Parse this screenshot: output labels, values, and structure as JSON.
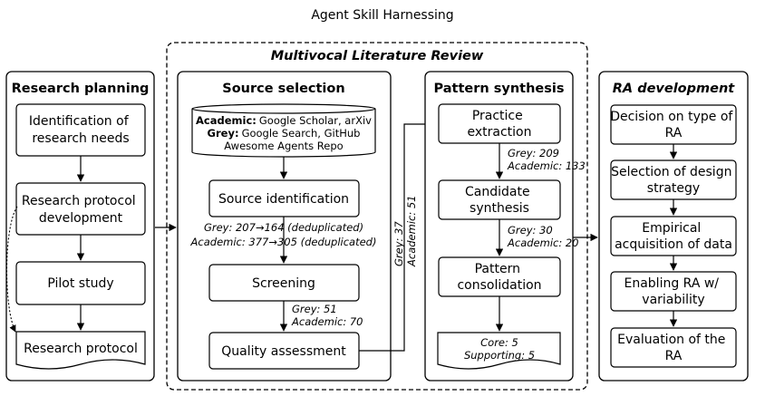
{
  "title": "Agent Skill Harnessing",
  "mlr_title": "Multivocal Literature Review",
  "research_planning": {
    "title": "Research planning",
    "steps": [
      [
        "Identification of",
        "research needs"
      ],
      [
        "Research protocol",
        "development"
      ],
      [
        "Pilot study"
      ],
      [
        "Research protocol"
      ]
    ]
  },
  "source_selection": {
    "title": "Source selection",
    "db": {
      "academic_label": "Academic:",
      "academic_sources": "Google Scholar, arXiv",
      "grey_label": "Grey:",
      "grey_sources": "Google Search, GitHub",
      "extra": "Awesome Agents Repo"
    },
    "steps": [
      "Source identification",
      "Screening",
      "Quality assessment"
    ],
    "counts_after_identification": [
      "Grey: 207→164 (deduplicated)",
      "Academic: 377→305 (deduplicated)"
    ],
    "counts_after_screening": [
      "Grey: 51",
      "Academic: 70"
    ],
    "counts_after_quality": [
      "Grey: 37",
      "Academic: 51"
    ]
  },
  "pattern_synthesis": {
    "title": "Pattern synthesis",
    "steps": [
      [
        "Practice",
        "extraction"
      ],
      [
        "Candidate",
        "synthesis"
      ],
      [
        "Pattern",
        "consolidation"
      ]
    ],
    "counts_after_extraction": [
      "Grey: 209",
      "Academic: 133"
    ],
    "counts_after_synthesis": [
      "Grey: 30",
      "Academic: 20"
    ],
    "result": [
      "Core: 5",
      "Supporting: 5"
    ]
  },
  "ra_development": {
    "title": "RA development",
    "steps": [
      [
        "Decision on type of",
        "RA"
      ],
      [
        "Selection of design",
        "strategy"
      ],
      [
        "Empirical",
        "acquisition of data"
      ],
      [
        "Enabling RA w/",
        "variability"
      ],
      [
        "Evaluation of the",
        "RA"
      ]
    ]
  }
}
